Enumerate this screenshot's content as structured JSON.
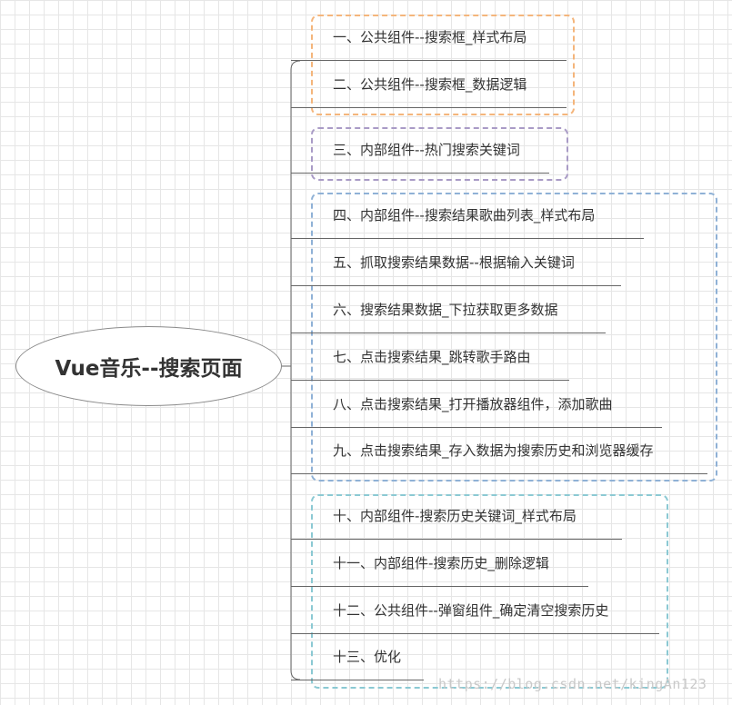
{
  "colors": {
    "group_1_border": "#f4b57b",
    "group_2_border": "#a99bc6",
    "group_3_border": "#8fb1d6",
    "group_4_border": "#8bc9d3",
    "line": "#666666",
    "text": "#333333"
  },
  "root": {
    "title": "Vue音乐--搜索页面"
  },
  "branches": [
    {
      "label": "一、公共组件--搜索框_样式布局"
    },
    {
      "label": "二、公共组件--搜索框_数据逻辑"
    },
    {
      "label": "三、内部组件--热门搜索关键词"
    },
    {
      "label": "四、内部组件--搜索结果歌曲列表_样式布局"
    },
    {
      "label": "五、抓取搜索结果数据--根据输入关键词"
    },
    {
      "label": "六、搜索结果数据_下拉获取更多数据"
    },
    {
      "label": "七、点击搜索结果_跳转歌手路由"
    },
    {
      "label": "八、点击搜索结果_打开播放器组件，添加歌曲"
    },
    {
      "label": "九、点击搜索结果_存入数据为搜索历史和浏览器缓存"
    },
    {
      "label": "十、内部组件-搜索历史关键词_样式布局"
    },
    {
      "label": "十一、内部组件-搜索历史_删除逻辑"
    },
    {
      "label": "十二、公共组件--弹窗组件_确定清空搜索历史"
    },
    {
      "label": "十三、优化"
    }
  ],
  "watermark": "https://blog.csdn.net/kingAn123"
}
